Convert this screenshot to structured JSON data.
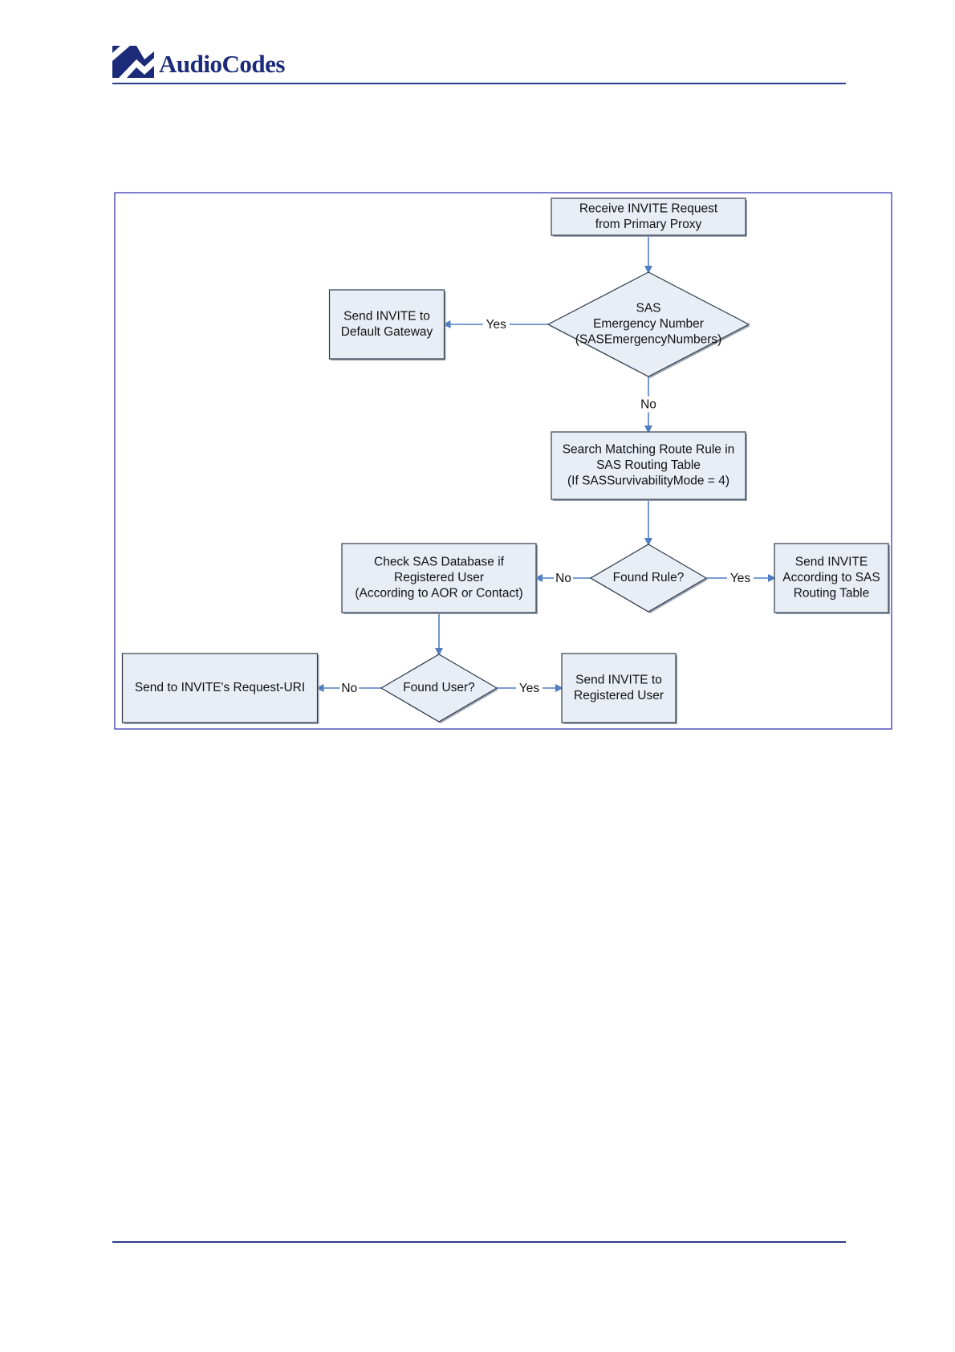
{
  "header": {
    "brand": "AudioCodes",
    "accent": "#1b2b7a"
  },
  "diagram": {
    "colors": {
      "fill": "#e9eef6",
      "stroke": "#2f3a4a",
      "arrow": "#4f7ec4",
      "frame": "#2a2ab0"
    },
    "nodes": [
      {
        "id": "receive",
        "shape": "rect",
        "lines": [
          "Receive INVITE Request",
          "from Primary Proxy"
        ]
      },
      {
        "id": "emergency",
        "shape": "diamond",
        "lines": [
          "SAS",
          "Emergency Number",
          "(SASEmergencyNumbers)"
        ]
      },
      {
        "id": "default_gw",
        "shape": "rect",
        "lines": [
          "Send INVITE to",
          "Default Gateway"
        ]
      },
      {
        "id": "search",
        "shape": "rect",
        "lines": [
          "Search Matching Route Rule in",
          "SAS Routing Table",
          "(If SASSurvivabilityMode = 4)"
        ]
      },
      {
        "id": "found_rule",
        "shape": "diamond",
        "lines": [
          "Found Rule?"
        ]
      },
      {
        "id": "routing",
        "shape": "rect",
        "lines": [
          "Send INVITE",
          "According to SAS",
          "Routing Table"
        ]
      },
      {
        "id": "check_db",
        "shape": "rect",
        "lines": [
          "Check SAS Database if",
          "Registered User",
          "(According to AOR or Contact)"
        ]
      },
      {
        "id": "found_user",
        "shape": "diamond",
        "lines": [
          "Found User?"
        ]
      },
      {
        "id": "request_uri",
        "shape": "rect",
        "lines": [
          "Send to INVITE's Request-URI"
        ]
      },
      {
        "id": "registered",
        "shape": "rect",
        "lines": [
          "Send INVITE to",
          "Registered User"
        ]
      }
    ],
    "edges": [
      {
        "from": "receive",
        "to": "emergency",
        "label": ""
      },
      {
        "from": "emergency",
        "to": "default_gw",
        "label": "Yes"
      },
      {
        "from": "emergency",
        "to": "search",
        "label": "No"
      },
      {
        "from": "search",
        "to": "found_rule",
        "label": ""
      },
      {
        "from": "found_rule",
        "to": "check_db",
        "label": "No"
      },
      {
        "from": "found_rule",
        "to": "routing",
        "label": "Yes"
      },
      {
        "from": "check_db",
        "to": "found_user",
        "label": ""
      },
      {
        "from": "found_user",
        "to": "request_uri",
        "label": "No"
      },
      {
        "from": "found_user",
        "to": "registered",
        "label": "Yes"
      }
    ]
  }
}
